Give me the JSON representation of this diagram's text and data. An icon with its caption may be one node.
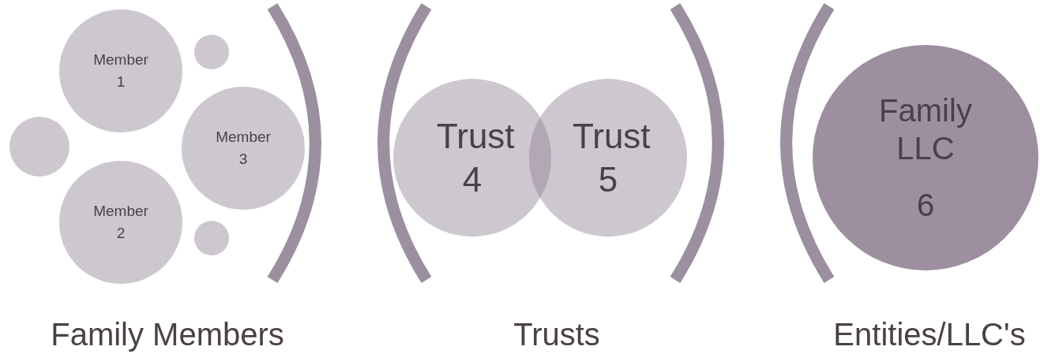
{
  "diagram": {
    "nodes": [
      {
        "text": [
          "Member 1"
        ]
      },
      {
        "text": [],
        "shape": "circle"
      },
      {
        "text": [],
        "shape": "circle"
      },
      {
        "text": [
          "Member 3"
        ]
      },
      {
        "text": [
          "Member 2"
        ]
      },
      {
        "text": [],
        "shape": "circle"
      },
      {
        "text": [
          "Trust 4"
        ]
      },
      {
        "text": [
          "Trust 5"
        ]
      },
      {
        "text": [
          "Family LLC",
          "6"
        ]
      }
    ],
    "edges": [],
    "labels": [
      "Family Members",
      "Trusts",
      "Entities/LLC's"
    ]
  }
}
